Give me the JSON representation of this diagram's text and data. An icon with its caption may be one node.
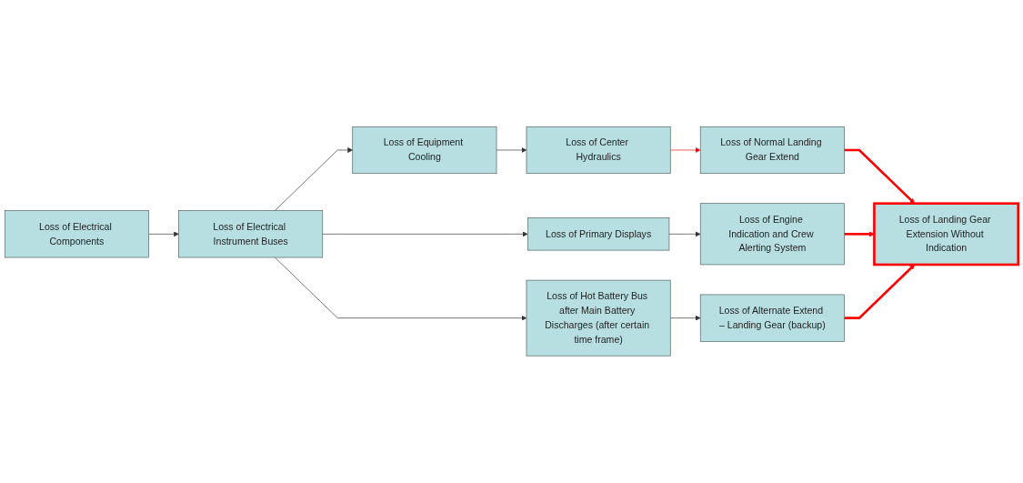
{
  "diagram": {
    "nodes": [
      {
        "text": [
          "Loss of Electrical Components"
        ]
      },
      {
        "text": [
          "Loss of Electrical Instrument Buses"
        ]
      },
      {
        "text": [
          "Loss of Equipment Cooling"
        ]
      },
      {
        "text": [
          "Loss of Center Hydraulics"
        ]
      },
      {
        "text": [
          "Loss of Normal Landing Gear Extend"
        ]
      },
      {
        "text": [
          "Loss of Primary Displays"
        ]
      },
      {
        "text": [
          "Loss of Engine Indication and Crew Alerting System"
        ]
      },
      {
        "text": [
          "Loss of Landing Gear Extension Without Indication"
        ]
      },
      {
        "text": [
          "Loss of Hot Battery Bus after Main Battery Discharges (after certain time frame)"
        ]
      },
      {
        "text": [
          "Loss of Alternate Extend – Landing Gear (backup)"
        ]
      }
    ],
    "edges": [
      {
        "from": 0,
        "to": 1,
        "arrow": "to"
      },
      {
        "from": 1,
        "to": 2,
        "arrow": "to"
      },
      {
        "from": 2,
        "to": 3,
        "arrow": "to"
      },
      {
        "from": 3,
        "to": 4,
        "arrow": "to",
        "color": "#ff0000"
      },
      {
        "from": 1,
        "to": 5,
        "arrow": "to"
      },
      {
        "from": 5,
        "to": 6,
        "arrow": "to"
      },
      {
        "from": 1,
        "to": 8,
        "arrow": "to"
      },
      {
        "from": 8,
        "to": 9,
        "arrow": "to"
      },
      {
        "from": 4,
        "to": 7,
        "arrow": "to",
        "style": "thick",
        "color": "#ff0000"
      },
      {
        "from": 6,
        "to": 7,
        "arrow": "to",
        "style": "thick",
        "color": "#ff0000"
      },
      {
        "from": 9,
        "to": 7,
        "arrow": "to",
        "style": "thick",
        "color": "#ff0000"
      }
    ]
  }
}
